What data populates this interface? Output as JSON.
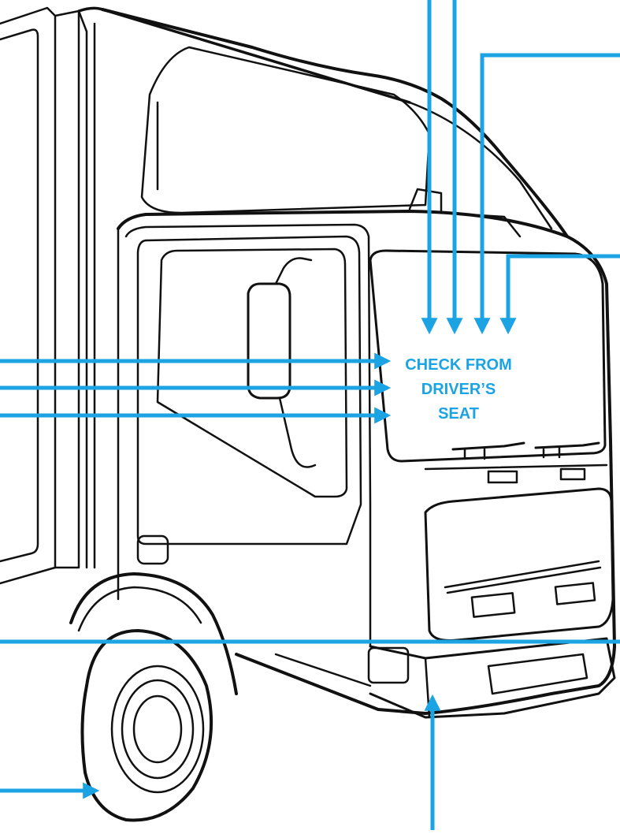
{
  "callout": {
    "lines": [
      "CHECK FROM",
      "DRIVER’S",
      "SEAT"
    ]
  },
  "colors": {
    "arrow": "#1ba3e3",
    "outline": "#111111",
    "background": "#ffffff"
  }
}
